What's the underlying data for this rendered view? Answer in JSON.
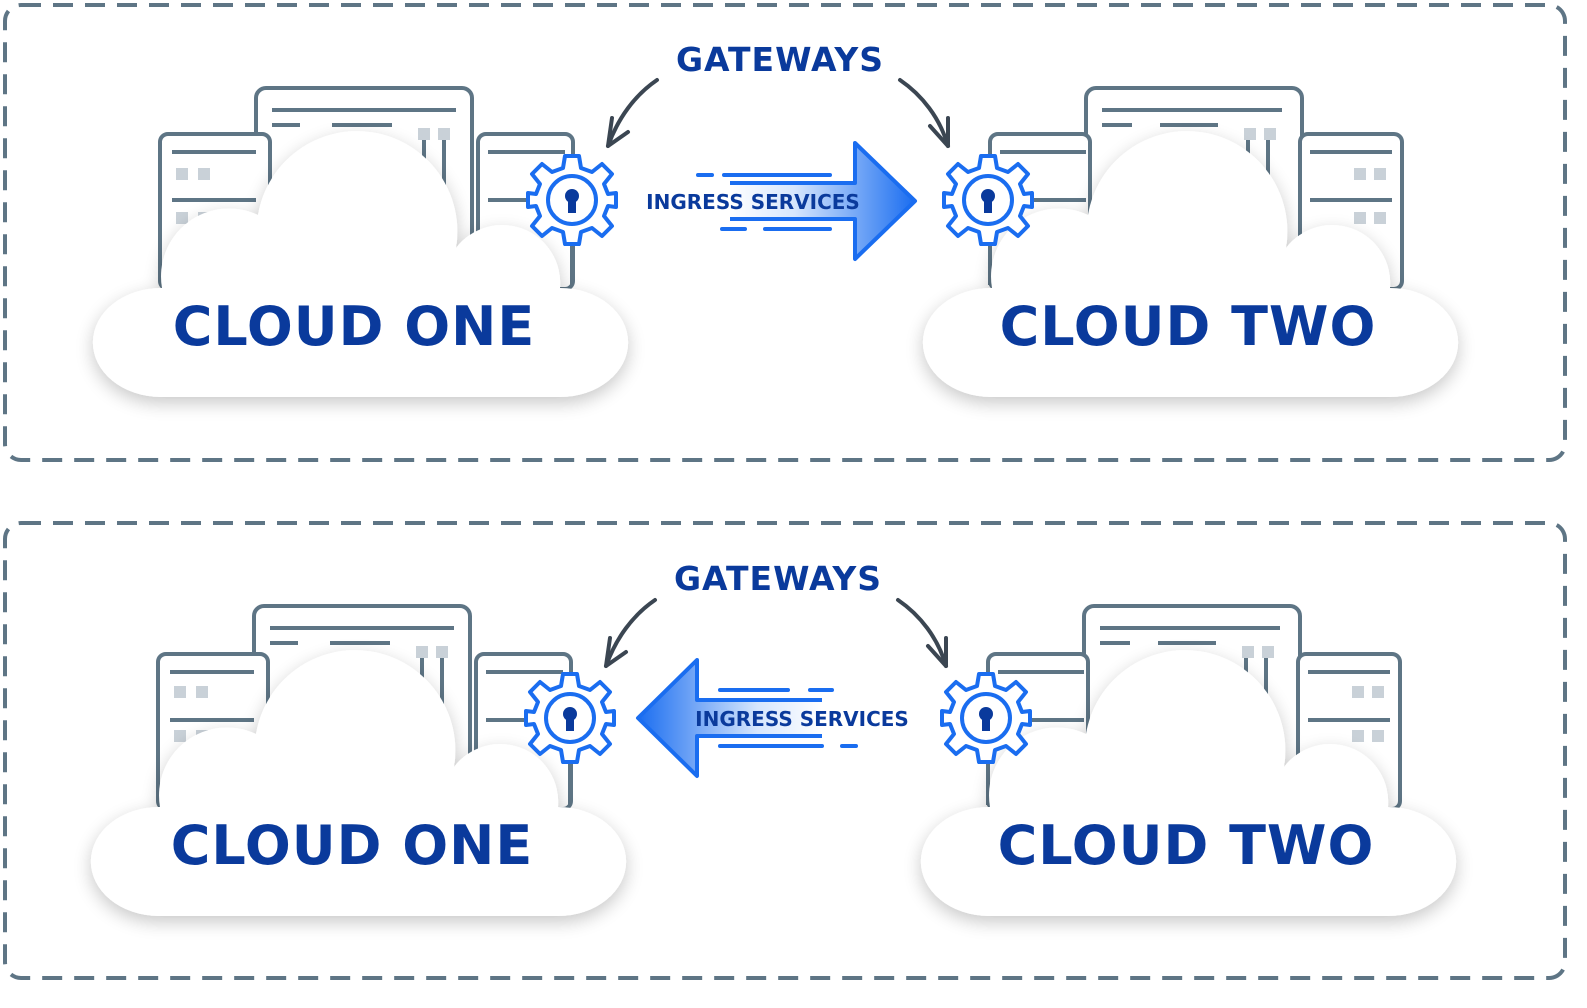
{
  "colors": {
    "frame": "#5e7585",
    "server_line": "#5e7585",
    "server_block": "#c9d1d8",
    "gear": "#1a6df0",
    "label": "#0a3a9c",
    "arrow_gradient_start": "#ffffff",
    "arrow_gradient_end": "#1a6df0",
    "cloud_fill": "#ffffff"
  },
  "icons": [
    "server-rack-icon",
    "gear-lock-icon",
    "curved-arrow-icon",
    "cloud-shape"
  ],
  "panels": [
    {
      "gateways_label": "GATEWAYS",
      "ingress_label": "INGRESS SERVICES",
      "direction": "one-to-two",
      "cloud_left": "CLOUD ONE",
      "cloud_right": "CLOUD TWO"
    },
    {
      "gateways_label": "GATEWAYS",
      "ingress_label": "INGRESS SERVICES",
      "direction": "two-to-one",
      "cloud_left": "CLOUD ONE",
      "cloud_right": "CLOUD TWO"
    }
  ]
}
